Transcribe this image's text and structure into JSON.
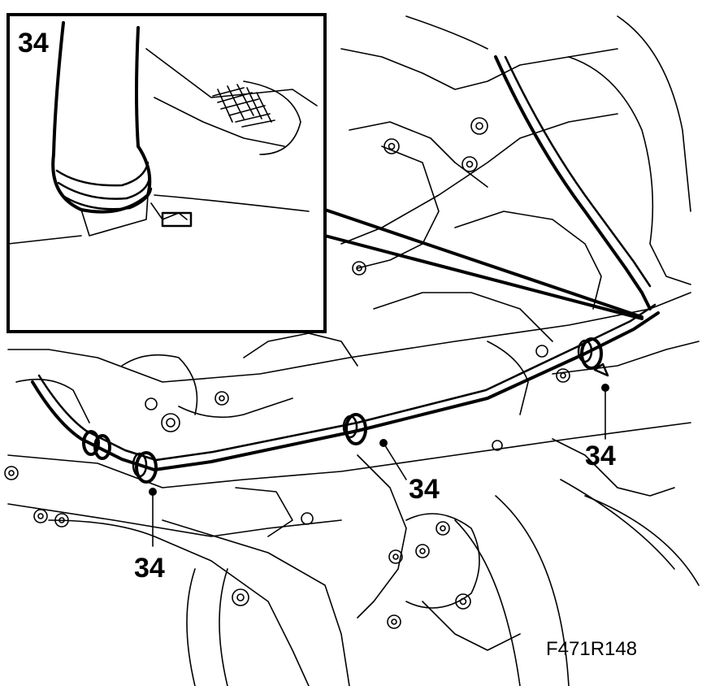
{
  "figure": {
    "code": "F471R148"
  },
  "callouts": {
    "inset": "34",
    "left_clip": "34",
    "middle_clip": "34",
    "right_clip": "34"
  },
  "icons": [
    "hose-clip-icon",
    "brake-pipe-icon",
    "bolt-head-icon",
    "detail-inset-frame"
  ]
}
